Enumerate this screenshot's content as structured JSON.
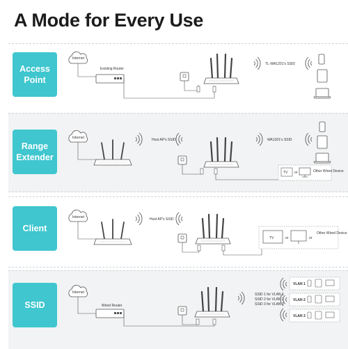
{
  "title": "A Mode for Every Use",
  "modes": [
    {
      "label": "Access Point",
      "internet": "Internet",
      "router": "Existing Router",
      "ssid": "TL-WA1201's SSID"
    },
    {
      "label": "Range Extender",
      "internet": "Internet",
      "host_ssid": "Host AP's SSID",
      "ssid": "WA1201's SSID",
      "tv": "TV",
      "or": "or",
      "other": "Other Wired Device"
    },
    {
      "label": "Client",
      "internet": "Internet",
      "host_ssid": "Host AP's SSID",
      "tv": "TV",
      "or": "or",
      "other": "Other Wired Device"
    },
    {
      "label": "SSID",
      "internet": "Internet",
      "router": "Wired Router",
      "ssid_lines": [
        "SSID 1 for VLAN 1",
        "SSID 2 for VLAN 2",
        "SSID 3 for VLAN 3"
      ],
      "vlans": [
        "VLAN 1",
        "VLAN 2",
        "VLAN 3"
      ]
    }
  ]
}
